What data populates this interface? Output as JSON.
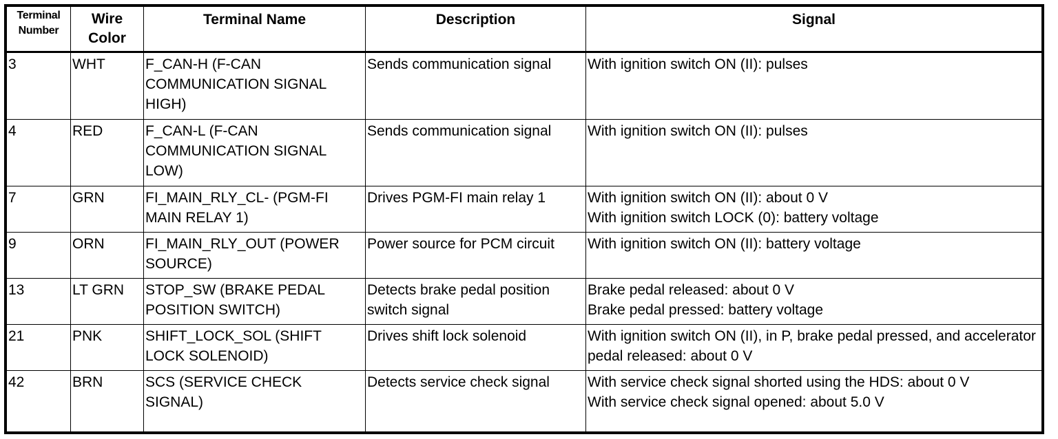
{
  "header": {
    "terminal_number": "Terminal Number",
    "wire_color": "Wire Color",
    "terminal_name": "Terminal Name",
    "description": "Description",
    "signal": "Signal"
  },
  "rows": [
    {
      "terminal_number": "3",
      "wire_color": "WHT",
      "terminal_name": "F_CAN-H (F-CAN COMMUNICATION SIGNAL HIGH)",
      "description": "Sends communication signal",
      "signal": [
        "With ignition switch ON (II): pulses"
      ]
    },
    {
      "terminal_number": "4",
      "wire_color": "RED",
      "terminal_name": "F_CAN-L (F-CAN COMMUNICATION SIGNAL LOW)",
      "description": "Sends communication signal",
      "signal": [
        "With ignition switch ON (II): pulses"
      ]
    },
    {
      "terminal_number": "7",
      "wire_color": "GRN",
      "terminal_name": "FI_MAIN_RLY_CL- (PGM-FI MAIN RELAY 1)",
      "description": "Drives PGM-FI main relay 1",
      "signal": [
        "With ignition switch ON (II): about 0 V",
        "With ignition switch LOCK (0): battery voltage"
      ]
    },
    {
      "terminal_number": "9",
      "wire_color": "ORN",
      "terminal_name": "FI_MAIN_RLY_OUT (POWER SOURCE)",
      "description": "Power source for PCM circuit",
      "signal": [
        "With ignition switch ON (II): battery voltage"
      ]
    },
    {
      "terminal_number": "13",
      "wire_color": "LT GRN",
      "terminal_name": "STOP_SW (BRAKE PEDAL POSITION SWITCH)",
      "description": "Detects brake pedal position switch signal",
      "signal": [
        "Brake pedal released: about 0 V",
        "Brake pedal pressed: battery voltage"
      ]
    },
    {
      "terminal_number": "21",
      "wire_color": "PNK",
      "terminal_name": "SHIFT_LOCK_SOL (SHIFT LOCK SOLENOID)",
      "description": "Drives shift lock solenoid",
      "signal": [
        "With ignition switch ON (II), in P, brake pedal pressed, and accelerator pedal released: about 0 V"
      ]
    },
    {
      "terminal_number": "42",
      "wire_color": "BRN",
      "terminal_name": "SCS (SERVICE CHECK SIGNAL)",
      "description": "Detects service check signal",
      "signal": [
        "With service check signal shorted using the HDS: about 0 V",
        "With service check signal opened: about 5.0 V"
      ]
    }
  ]
}
